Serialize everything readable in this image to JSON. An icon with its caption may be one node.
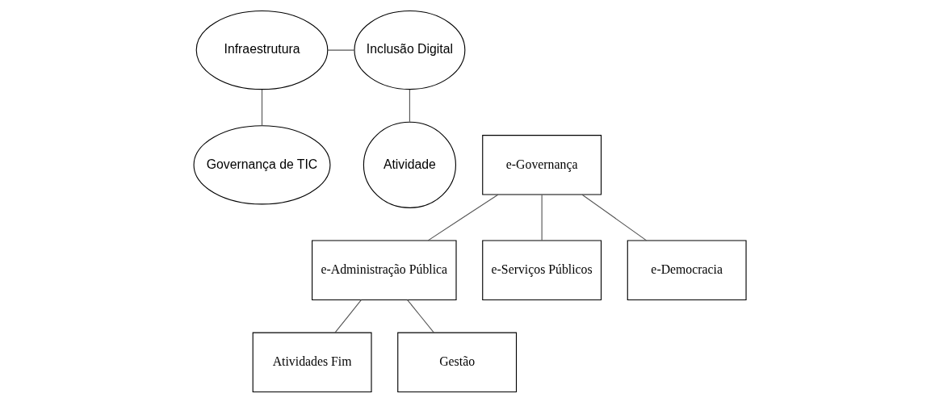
{
  "diagram": {
    "nodes": [
      {
        "text": [
          "Infraestrutura"
        ]
      },
      {
        "text": [
          "Inclusão Digital"
        ]
      },
      {
        "text": [
          "Governança de TIC"
        ]
      },
      {
        "text": [
          "e-Governança"
        ]
      },
      {
        "text": [
          "Atividade"
        ]
      },
      {
        "text": [
          "e-Administração Pública"
        ]
      },
      {
        "text": [
          "e-Serviços Públicos"
        ]
      },
      {
        "text": [
          "e-Democracia"
        ]
      },
      {
        "text": [
          "Atividades Fim"
        ]
      },
      {
        "text": [
          "Gestão"
        ]
      }
    ],
    "edges": [
      {
        "from": 0,
        "to": 1,
        "arrow": "none"
      },
      {
        "from": 0,
        "to": 2,
        "arrow": "none"
      },
      {
        "from": 1,
        "to": 4,
        "arrow": "none"
      },
      {
        "from": 3,
        "to": 5,
        "arrow": "none"
      },
      {
        "from": 3,
        "to": 6,
        "arrow": "none"
      },
      {
        "from": 3,
        "to": 7,
        "arrow": "none"
      },
      {
        "from": 5,
        "to": 8,
        "arrow": "none"
      },
      {
        "from": 5,
        "to": 9,
        "arrow": "none"
      }
    ]
  }
}
